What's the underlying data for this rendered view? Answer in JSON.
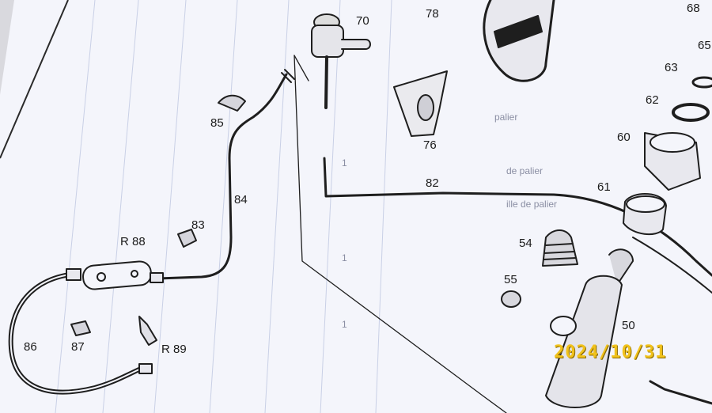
{
  "diagram": {
    "part_labels": {
      "p50": "50",
      "p54": "54",
      "p55": "55",
      "p60": "60",
      "p61": "61",
      "p62": "62",
      "p63": "63",
      "p65": "65",
      "p68": "68",
      "p70": "70",
      "p76": "76",
      "p78": "78",
      "p82": "82",
      "p83": "83",
      "p84": "84",
      "p85": "85",
      "p86": "86",
      "p87": "87",
      "pR88": "R 88",
      "pR89": "R 89"
    },
    "background_text": {
      "t1": "de palier",
      "t2": "ille de palier",
      "t3": "palier"
    },
    "margin_marks": {
      "m1": "1",
      "m2": "1",
      "m3": "1"
    }
  },
  "photo_date_stamp": "2024/10/31",
  "colors": {
    "paper": "#f4f5fb",
    "ink": "#1e1e1e",
    "stamp": "#f1c21b"
  }
}
